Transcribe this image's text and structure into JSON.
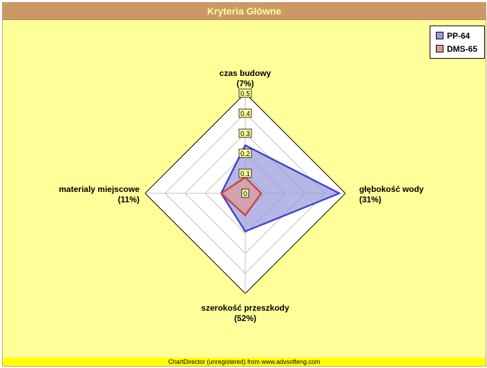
{
  "window": {
    "title": "Kryteria Główne"
  },
  "footer": {
    "text": "ChartDirector (unregistered) from www.advsofteng.com"
  },
  "colors": {
    "title_bg": "#cc9966",
    "title_text": "#ffff99",
    "plot_bg": "#ffff99",
    "footer_bg": "#ffff00",
    "pp64_fill": "#9999dd",
    "pp64_line": "#4444cc",
    "dms65_fill": "#dd9999",
    "dms65_line": "#cc4444"
  },
  "chart_data": {
    "type": "radar",
    "title": "Kryteria Główne",
    "axes": [
      {
        "name": "czas budowy",
        "pct": "(7%)"
      },
      {
        "name": "głębokość wody",
        "pct": "(31%)"
      },
      {
        "name": "szerokość przeszkody",
        "pct": "(52%)"
      },
      {
        "name": "materialy miejscowe",
        "pct": "(11%)"
      }
    ],
    "rlim": [
      0,
      0.5
    ],
    "ticks": [
      "0",
      "0.1",
      "0.2",
      "0.3",
      "0.4",
      "0.5"
    ],
    "grid": true,
    "legend": "top-right",
    "series": [
      {
        "name": "PP-64",
        "values": [
          0.24,
          0.47,
          0.19,
          0.12
        ]
      },
      {
        "name": "DMS-65",
        "values": [
          0.08,
          0.08,
          0.11,
          0.12
        ]
      }
    ]
  }
}
